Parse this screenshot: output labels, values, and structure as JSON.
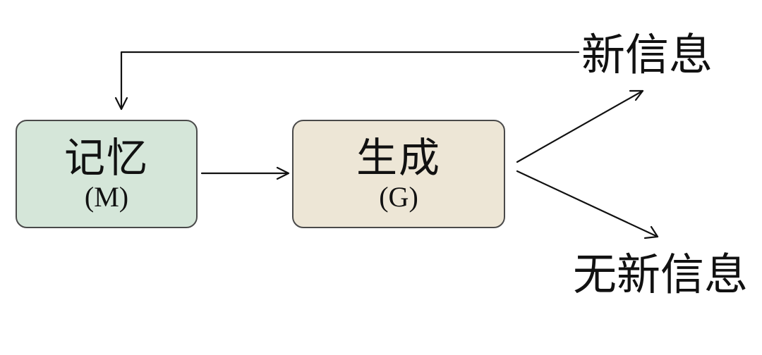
{
  "nodes": {
    "memory": {
      "title": "记忆",
      "sub": "(M)",
      "fill": "#d5e6d9"
    },
    "generation": {
      "title": "生成",
      "sub": "(G)",
      "fill": "#ede6d6"
    }
  },
  "outcomes": {
    "new_info": "新信息",
    "no_new_info": "无新信息"
  },
  "colors": {
    "border": "#4a4a4a",
    "line": "#111111",
    "background": "#ffffff"
  }
}
